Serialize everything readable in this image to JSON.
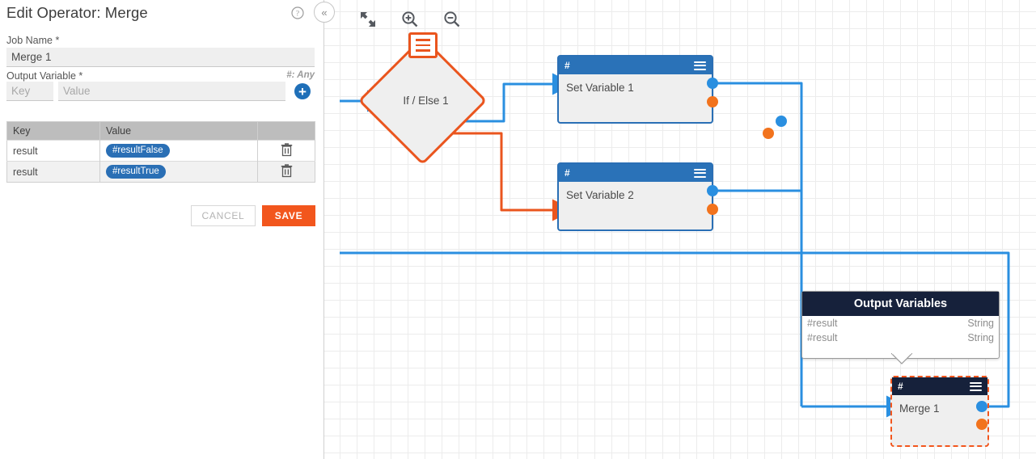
{
  "panel": {
    "title": "Edit Operator: Merge",
    "help_icon": "question-circle-icon",
    "collapse_icon": "«",
    "job_name": {
      "label": "Job Name *",
      "value": "Merge 1"
    },
    "output_variable": {
      "label": "Output Variable *",
      "type_hint": "#: Any",
      "key_placeholder": "Key",
      "value_placeholder": "Value",
      "key_value": "",
      "value_value": "",
      "add_label": "+"
    },
    "table": {
      "headers": [
        "Key",
        "Value",
        ""
      ],
      "rows": [
        {
          "key": "result",
          "value": "#resultFalse",
          "delete_icon": "trash-icon"
        },
        {
          "key": "result",
          "value": "#resultTrue",
          "delete_icon": "trash-icon"
        }
      ]
    },
    "buttons": {
      "cancel": "CANCEL",
      "save": "SAVE"
    }
  },
  "canvas": {
    "toolbar": [
      {
        "name": "fit-to-screen-icon",
        "title": "Fit to screen"
      },
      {
        "name": "zoom-in-icon",
        "title": "Zoom in"
      },
      {
        "name": "zoom-out-icon",
        "title": "Zoom out"
      }
    ],
    "nodes": [
      {
        "id": "ifelse",
        "label": "If / Else 1",
        "header": "",
        "selected": false
      },
      {
        "id": "setvar1",
        "label": "Set Variable 1",
        "header": "#",
        "selected": false
      },
      {
        "id": "setvar2",
        "label": "Set Variable 2",
        "header": "#",
        "selected": false
      },
      {
        "id": "merge1",
        "label": "Merge 1",
        "header": "#",
        "selected": true
      }
    ],
    "tooltip": {
      "title": "Output Variables",
      "rows": [
        {
          "name": "#result",
          "type": "String"
        },
        {
          "name": "#result",
          "type": "String"
        }
      ]
    }
  },
  "colors": {
    "accent_orange": "#f2561d",
    "node_blue": "#2a72b8",
    "port_blue": "#2a8fe0",
    "port_orange": "#f2731d",
    "header_dark": "#16213b",
    "wire_blue": "#2a8fe0",
    "wire_orange": "#ea551e"
  }
}
